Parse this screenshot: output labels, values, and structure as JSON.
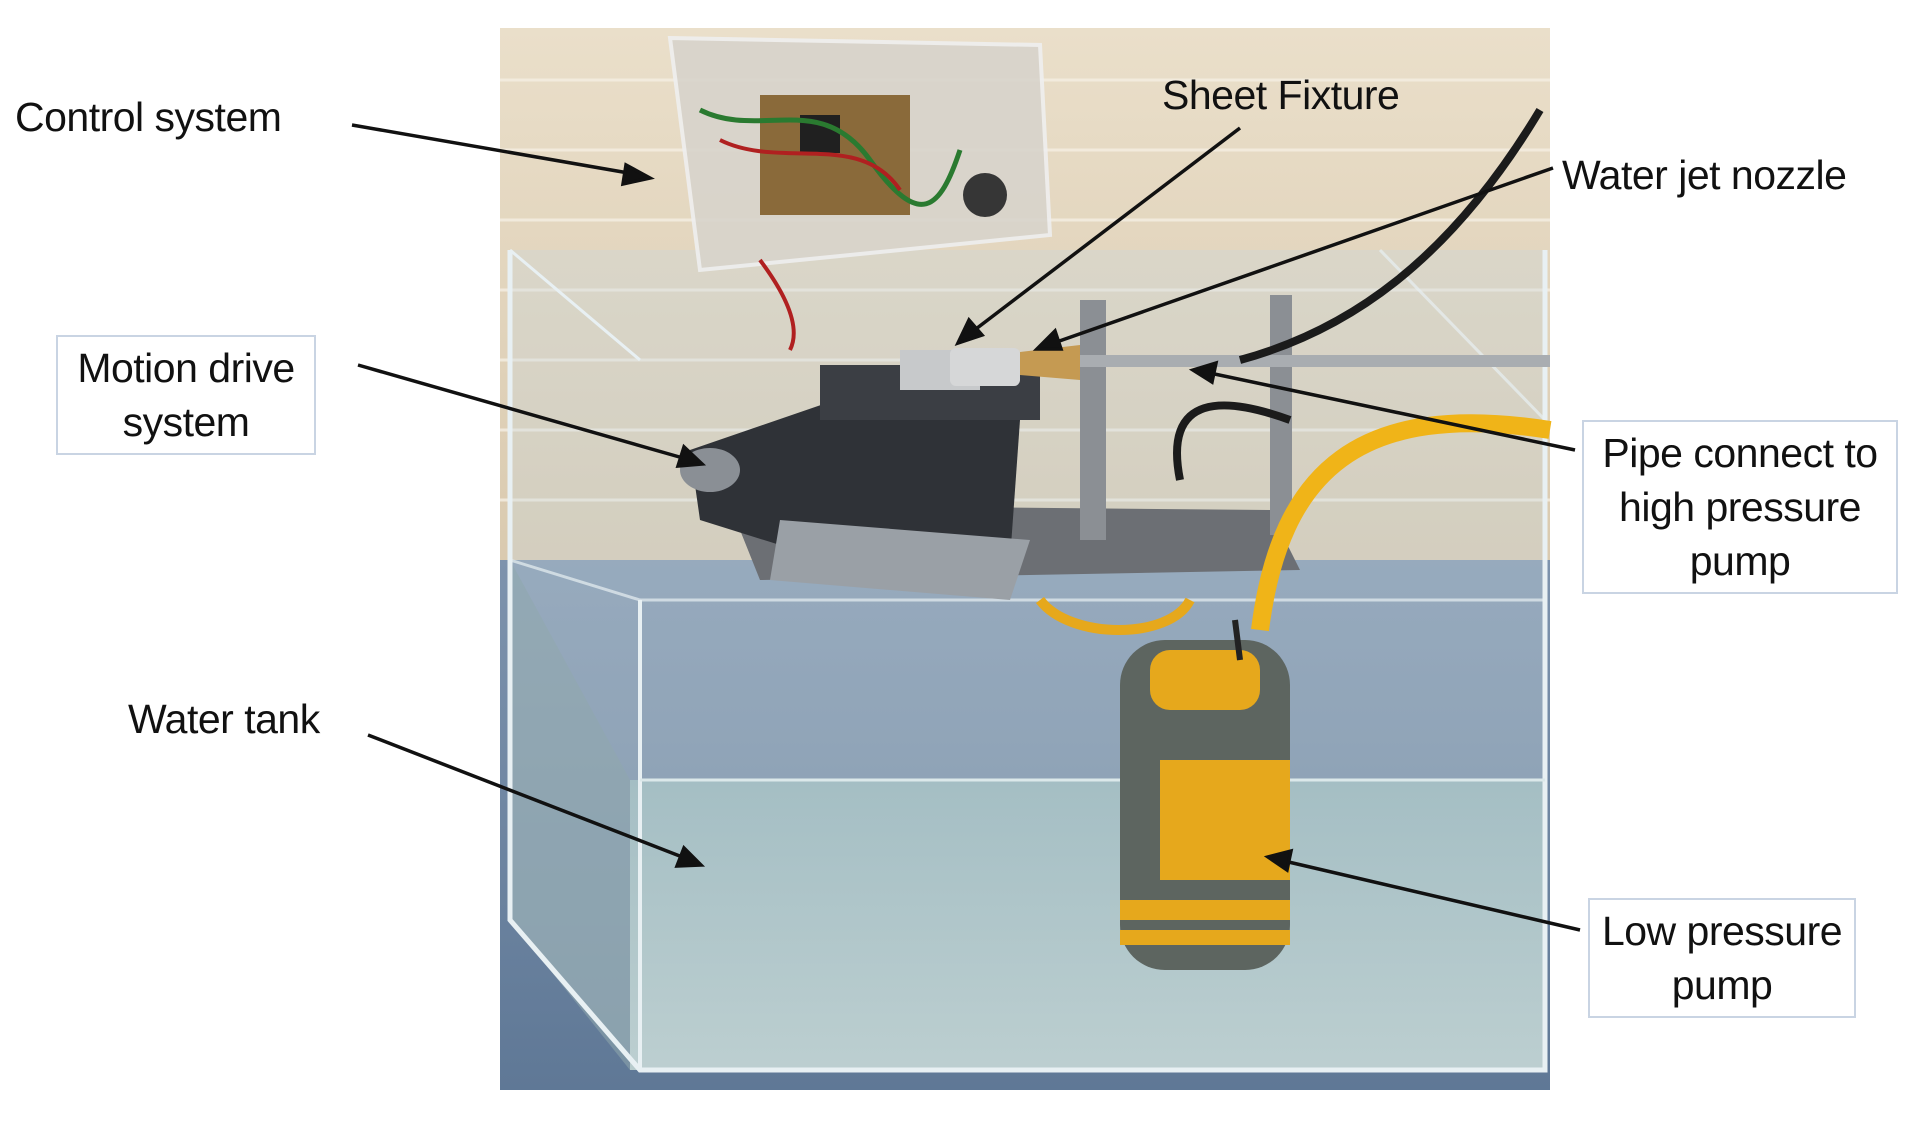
{
  "labels": {
    "control_system": "Control system",
    "sheet_fixture": "Sheet Fixture",
    "water_jet_nozzle": "Water jet nozzle",
    "motion_drive_line1": "Motion drive",
    "motion_drive_line2": "system",
    "pipe_line1": "Pipe connect to",
    "pipe_line2": "high pressure",
    "pipe_line3": "pump",
    "water_tank": "Water tank",
    "low_pump_line1": "Low pressure",
    "low_pump_line2": "pump"
  },
  "colors": {
    "wall": "#e8dcc6",
    "floor": "#6f87a4",
    "water": "#9cb9bd",
    "pump_yellow": "#e6a81c",
    "pump_grey": "#5d6560",
    "hose_yellow": "#f0b418",
    "acrylic_edge": "#d9e6ec",
    "annotation_box_border": "#c9d4e3"
  }
}
